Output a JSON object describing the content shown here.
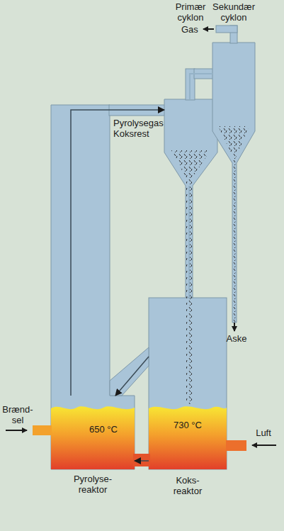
{
  "diagram": {
    "nodes": [
      {
        "text": [
          "650 °C",
          "Pyrolyse- reaktor"
        ]
      },
      {
        "text": [
          "730 °C",
          "Koks- reaktor"
        ]
      },
      {
        "text": [
          "Primær cyklon"
        ]
      },
      {
        "text": [
          "Sekundær cyklon"
        ]
      }
    ],
    "edges": [
      {
        "from": 0,
        "to": 2,
        "arrow": "to",
        "label": "Pyrolysegas Koksrest"
      },
      {
        "from": 2,
        "to": 1,
        "arrow": "none"
      },
      {
        "from": 1,
        "to": 0,
        "arrow": "to"
      },
      {
        "from": 1,
        "to": 0,
        "arrow": "to"
      },
      {
        "from": 2,
        "to": 3,
        "arrow": "none"
      }
    ],
    "labels": [
      "Brænd- sel",
      "Luft",
      "Gas",
      "Aske"
    ]
  }
}
